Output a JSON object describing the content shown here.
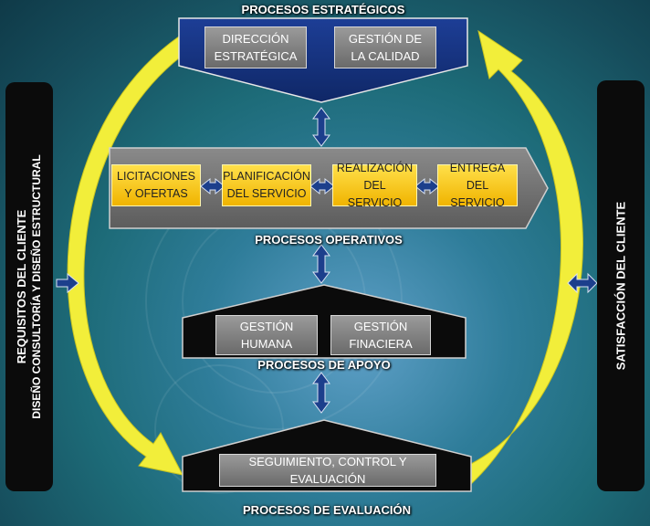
{
  "strategic": {
    "title": "PROCESOS ESTRATÉGICOS",
    "box1": "DIRECCIÓN ESTRATÉGICA",
    "box2": "GESTIÓN DE LA CALIDAD"
  },
  "operative": {
    "title": "PROCESOS OPERATIVOS",
    "steps": [
      "LICITACIONES Y OFERTAS",
      "PLANIFICACIÓN DEL SERVICIO",
      "REALIZACIÓN DEL SERVICIO",
      "ENTREGA DEL SERVICIO"
    ]
  },
  "support": {
    "title": "PROCESOS DE APOYO",
    "box1": "GESTIÓN HUMANA",
    "box2": "GESTIÓN FINACIERA"
  },
  "evaluation": {
    "title": "PROCESOS DE EVALUACIÓN",
    "box": "SEGUIMIENTO, CONTROL Y EVALUACIÓN"
  },
  "left_panel": {
    "line1": "REQUISITOS DEL CLIENTE",
    "line2": "DISEÑO CONSULTORÍA Y DISEÑO ESTRUCTURAL"
  },
  "right_panel": {
    "text": "SATISFACCIÓN DEL CLIENTE"
  },
  "colors": {
    "arrow_yellow": "#f2ee3a",
    "connector_blue": "#1c3f8c",
    "step_yellow": "#f5c518",
    "strategic_navy": "#13307a"
  }
}
